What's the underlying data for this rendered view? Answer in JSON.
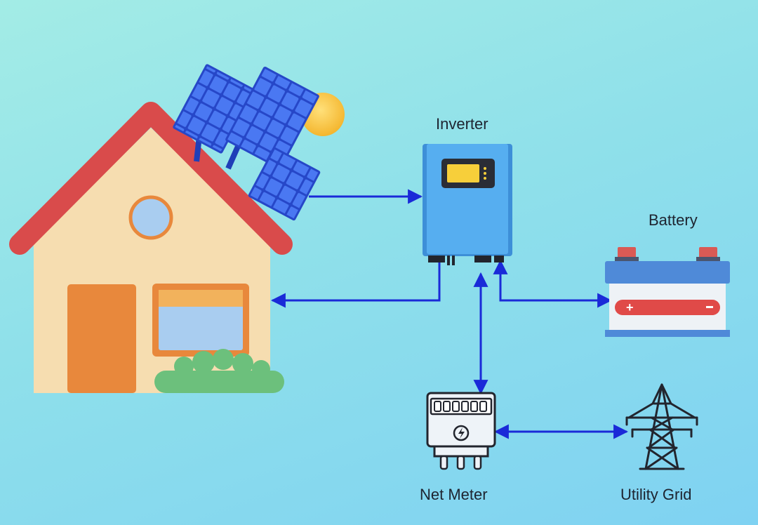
{
  "labels": {
    "inverter": "Inverter",
    "battery": "Battery",
    "net_meter": "Net Meter",
    "utility_grid": "Utility Grid"
  },
  "colors": {
    "background": "#96e2ee",
    "wire": "#1a2ad8",
    "roof": "#d94b4b",
    "house_wall": "#f6ddb0",
    "door": "#e8883c",
    "solar_panel": "#3a62e6",
    "sun": "#f6c53a",
    "inverter_body": "#4aa0ec",
    "battery_band": "#e04a48",
    "bush": "#6cc07c"
  },
  "icons": [
    "house-icon",
    "solar-panel-icon",
    "sun-icon",
    "inverter-icon",
    "battery-icon",
    "net-meter-icon",
    "utility-grid-tower-icon"
  ]
}
